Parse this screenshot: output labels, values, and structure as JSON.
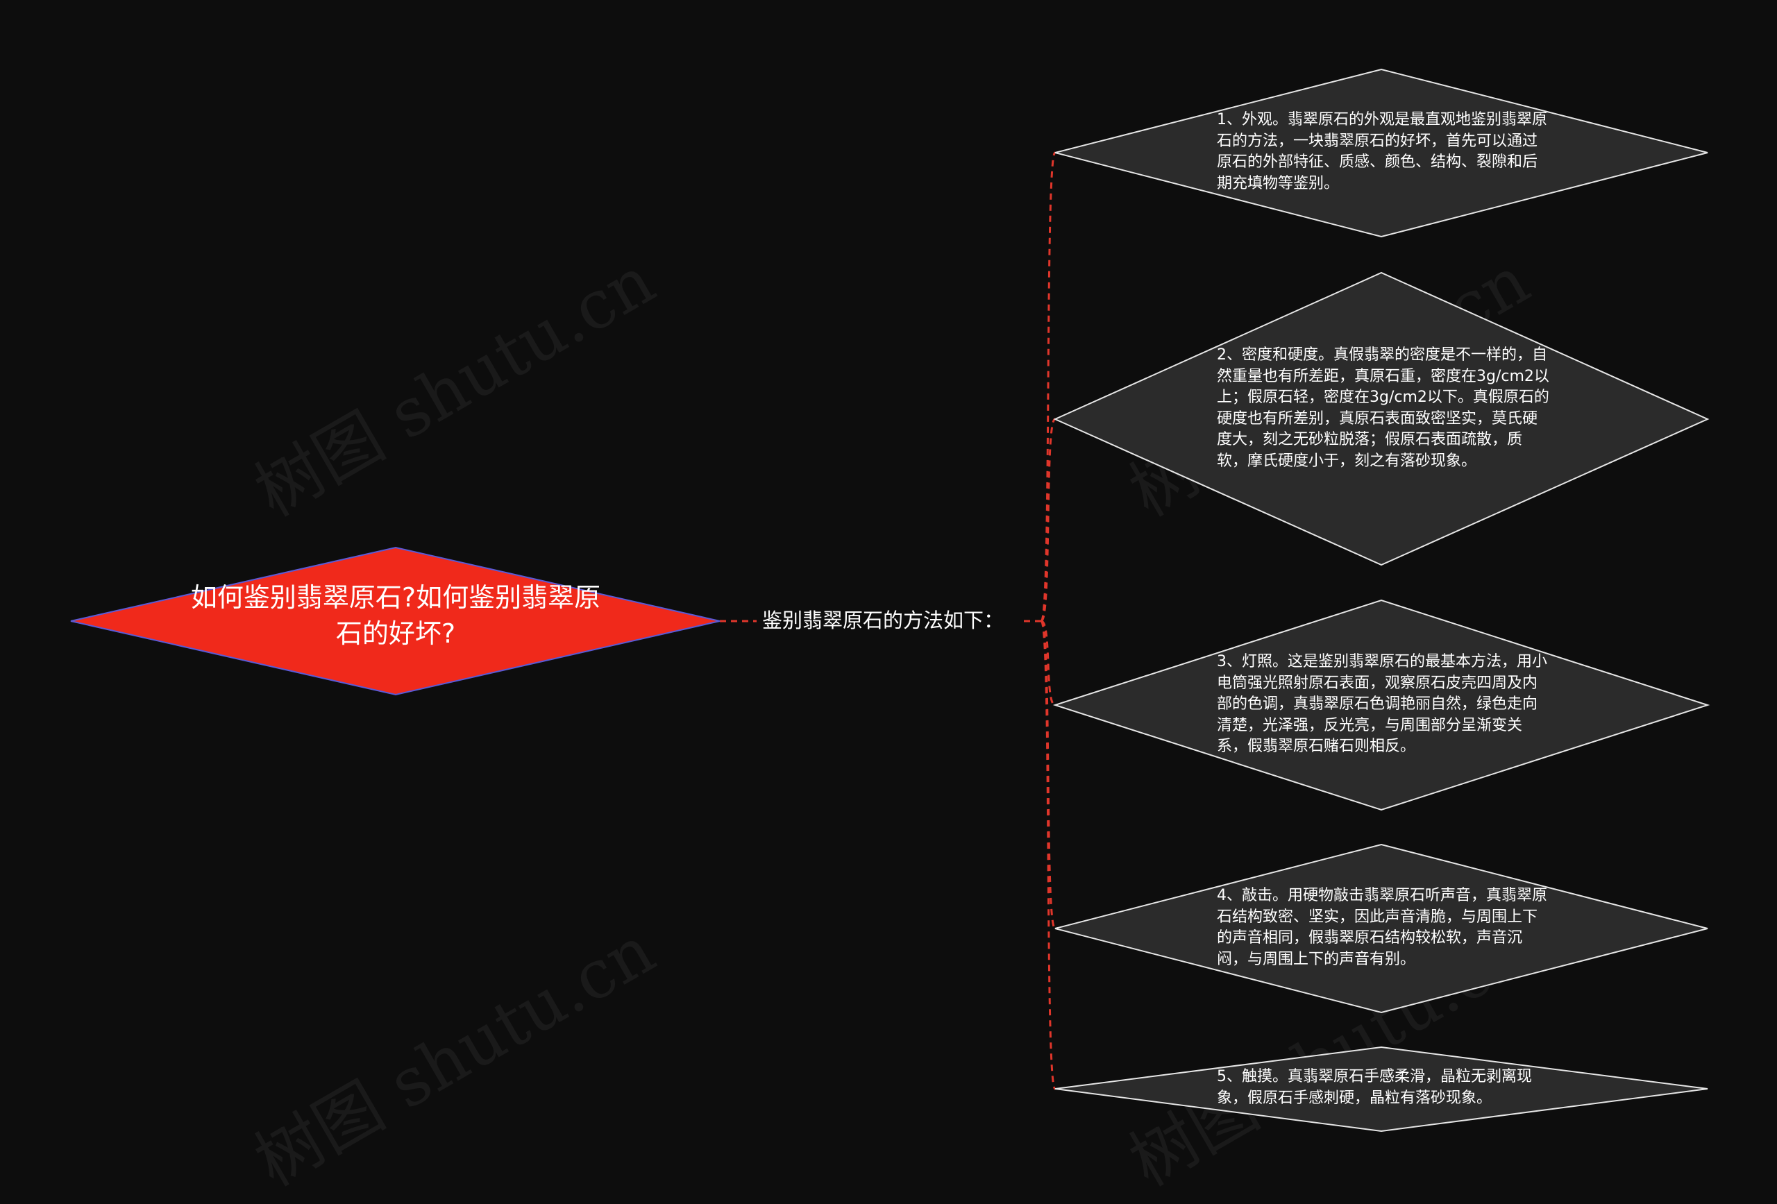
{
  "watermark": "树图 shutu.cn",
  "root": {
    "title": "如何鉴别翡翠原石?如何鉴别翡翠原石的好坏?"
  },
  "branch": {
    "label": "鉴别翡翠原石的方法如下："
  },
  "leaves": [
    {
      "text": "1、外观。翡翠原石的外观是最直观地鉴别翡翠原石的方法，一块翡翠原石的好坏，首先可以通过原石的外部特征、质感、颜色、结构、裂隙和后期充填物等鉴别。"
    },
    {
      "text": "2、密度和硬度。真假翡翠的密度是不一样的，自然重量也有所差距，真原石重，密度在3g/cm2以上；假原石轻，密度在3g/cm2以下。真假原石的硬度也有所差别，真原石表面致密坚实，莫氏硬度大，刻之无砂粒脱落；假原石表面疏散，质软，摩氏硬度小于，刻之有落砂现象。"
    },
    {
      "text": "3、灯照。这是鉴别翡翠原石的最基本方法，用小电筒强光照射原石表面，观察原石皮壳四周及内部的色调，真翡翠原石色调艳丽自然，绿色走向清楚，光泽强，反光亮，与周围部分呈渐变关系，假翡翠原石赌石则相反。"
    },
    {
      "text": "4、敲击。用硬物敲击翡翠原石听声音，真翡翠原石结构致密、坚实，因此声音清脆，与周围上下的声音相同，假翡翠原石结构较松软，声音沉闷，与周围上下的声音有别。"
    },
    {
      "text": "5、触摸。真翡翠原石手感柔滑，晶粒无剥离现象，假原石手感刺硬，晶粒有落砂现象。"
    }
  ],
  "colors": {
    "background": "#0d0d0d",
    "root_fill": "#f0291b",
    "root_stroke": "#5a5ad6",
    "leaf_fill": "#2b2b2b",
    "leaf_stroke": "#e6e6e6",
    "connector": "#e0362b"
  }
}
